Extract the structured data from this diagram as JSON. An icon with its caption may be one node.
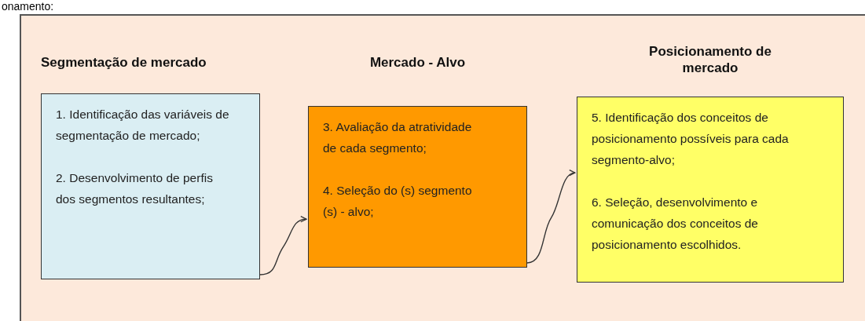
{
  "diagram": {
    "nodes": [
      {
        "text": [],
        "shape": "box"
      },
      {
        "text": [
          "Segmentação de mercado",
          "1. Identificação das variáveis de segmentação de mercado;",
          "2. Desenvolvimento de perfis dos segmentos resultantes;"
        ],
        "in": 0
      },
      {
        "text": [
          "Mercado - Alvo",
          "3. Avaliação da atratividade de cada segmento;",
          "4. Seleção do (s) segmento (s) - alvo;"
        ],
        "in": 0
      },
      {
        "text": [
          "Posicionamento de mercado",
          "5. Identificação dos conceitos de posicionamento possíveis para cada segmento-alvo;",
          "6. Seleção, desenvolvimento e comunicação dos conceitos de posicionamento escolhidos."
        ],
        "in": 0
      }
    ],
    "edges": [
      {
        "from": 1,
        "to": 2,
        "arrow": "to"
      },
      {
        "from": 2,
        "to": 3,
        "arrow": "to"
      }
    ],
    "labels": [
      "onamento:"
    ]
  }
}
